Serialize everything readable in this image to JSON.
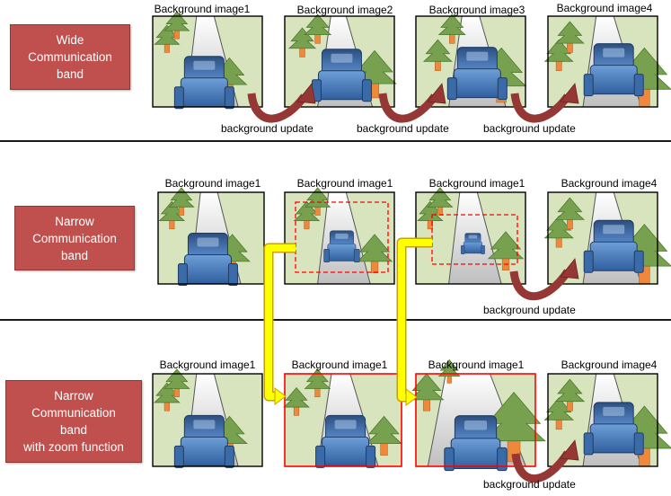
{
  "rows": [
    {
      "label": "Wide\nCommunication\nband",
      "frames": [
        "Background image1",
        "Background image2",
        "Background image3",
        "Background image4"
      ],
      "updates": [
        "background update",
        "background update",
        "background update"
      ]
    },
    {
      "label": "Narrow\nCommunication\nband",
      "frames": [
        "Background image1",
        "Background image1",
        "Background image1",
        "Background image4"
      ],
      "updates": [
        "background update"
      ]
    },
    {
      "label": "Narrow\nCommunication\nband\nwith zoom function",
      "frames": [
        "Background image1",
        "Background image1",
        "Background image1",
        "Background image4"
      ],
      "updates": [
        "background update"
      ]
    }
  ],
  "colors": {
    "label_fill": "#c0504d",
    "grass": "#d7e4bd",
    "road": "#d9d9d9",
    "tree": "#77a14f",
    "trunk": "#f0883c",
    "robot": "#4a7ebb",
    "update_arrow": "#953735",
    "zoom_arrow": "#ffff00",
    "highlight": "#ff0000"
  }
}
